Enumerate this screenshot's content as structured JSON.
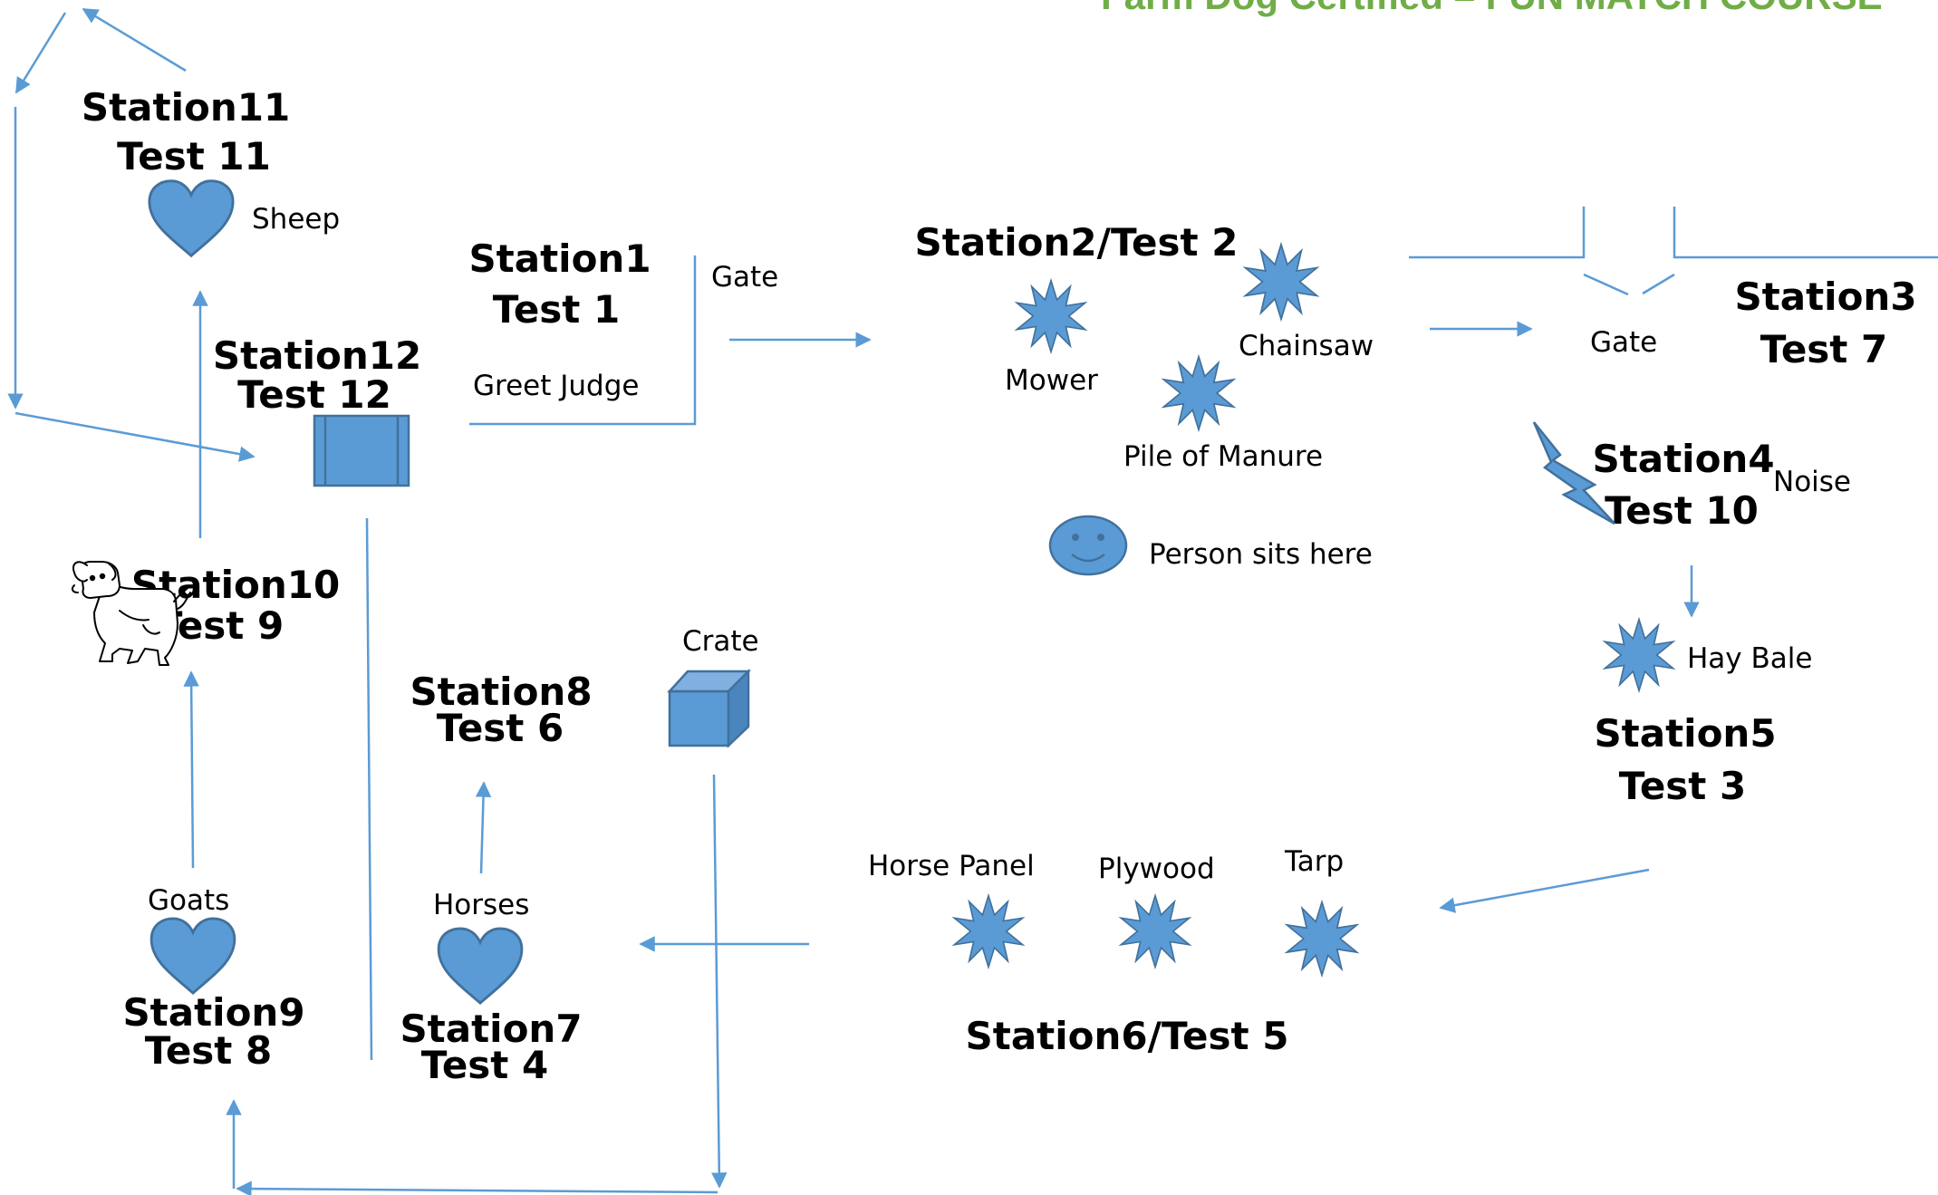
{
  "title": "Farm Dog Certified – FUN MATCH COURSE",
  "colors": {
    "title": "#70ad47",
    "shape_fill": "#5b9bd5",
    "shape_stroke": "#41719c",
    "line": "#5b9bd5",
    "text": "#000000"
  },
  "stations": {
    "s1": {
      "line1": "Station1",
      "line2": "Test 1"
    },
    "s2": {
      "line1": "Station2/Test 2"
    },
    "s3": {
      "line1": "Station3",
      "line2": "Test 7"
    },
    "s4": {
      "line1": "Station4",
      "line2": "Test 10"
    },
    "s5": {
      "line1": "Station5",
      "line2": "Test 3"
    },
    "s6": {
      "line1": "Station6/Test 5"
    },
    "s7": {
      "line1": "Station7",
      "line2": "Test 4"
    },
    "s8": {
      "line1": "Station8",
      "line2": "Test 6"
    },
    "s9": {
      "line1": "Station9",
      "line2": "Test 8"
    },
    "s10": {
      "line1": "Station10",
      "line2": "Test 9"
    },
    "s11": {
      "line1": "Station11",
      "line2": "Test 11"
    },
    "s12": {
      "line1": "Station12",
      "line2": "Test 12"
    }
  },
  "items": {
    "greet_judge": "Greet Judge",
    "gate1": "Gate",
    "gate2": "Gate",
    "mower": "Mower",
    "chainsaw": "Chainsaw",
    "manure": "Pile of Manure",
    "person": "Person sits here",
    "noise": "Noise",
    "hay_bale": "Hay Bale",
    "horse_panel": "Horse Panel",
    "plywood": "Plywood",
    "tarp": "Tarp",
    "crate": "Crate",
    "horses": "Horses",
    "goats": "Goats",
    "sheep": "Sheep"
  },
  "icons": [
    "heart-icon",
    "starburst-icon",
    "smiley-face-icon",
    "lightning-bolt-icon",
    "cube-icon",
    "box-icon",
    "dog-icon"
  ]
}
